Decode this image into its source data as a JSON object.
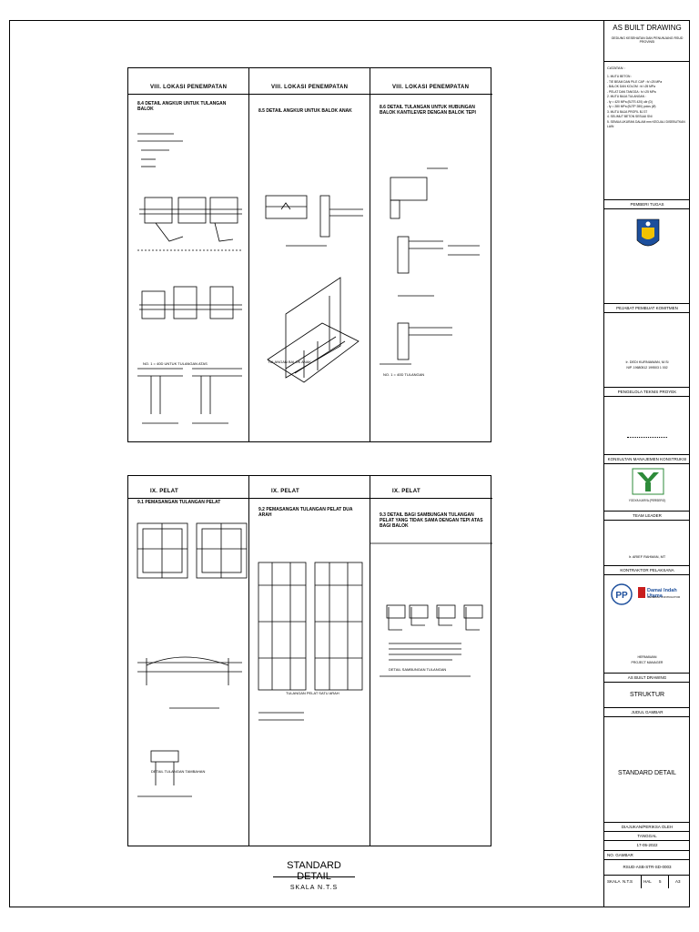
{
  "title_block": {
    "header": "AS BUILT DRAWING",
    "project_line": "GEDUNG KESEHATAN DAN PENUNJANG RSUD PROVINSI",
    "owner_label": "PEMBERI TUGAS",
    "consultant_label": "PEJABAT PEMBUAT KOMITMEN",
    "consultant_name": "Ir. DEDI KURNIAWAN, M.Si",
    "consultant_nip": "NIP. 19680512 199503 1 002",
    "manager_label": "PENGELOLA TEKNIS PROYEK",
    "supervisor_label": "KONSULTAN MANAJEMEN KONSTRUKSI",
    "supervisor_name": "YODYA KARYA (PERSERO)",
    "team_leader_label": "TEAM LEADER",
    "team_leader_name": "Ir. ARIEF RAHMAN, MT",
    "contractor_label": "KONTRAKTOR PELAKSANA",
    "contractor_name": "Damai Indah Utama",
    "contractor_sub": "GENERAL CONTRACTOR",
    "pm_name": "HERMAWAN",
    "pm_role": "PROJECT MANAGER",
    "drawing_label": "AS BUILT DRAWING",
    "discipline": "STRUKTUR",
    "title_label": "JUDUL GAMBAR",
    "title": "STANDARD DETAIL",
    "checked_label": "DIAJUKAN/PERIKSA OLEH",
    "date_label": "TANGGAL",
    "date_value": "17-05-2022",
    "no_label": "NO. GAMBAR",
    "no_value": "RSUD-ASB-STR-SD-0003",
    "scale_label": "SKALA",
    "scale_value": "N.T.S",
    "page_label": "HAL",
    "page_value": "5",
    "size_label": "A3"
  },
  "notes": {
    "heading": "CATATAN :",
    "items": [
      "1. MUTU BETON :",
      "   - TIE BEAM DAN PILE CAP : fc'=25 MPa",
      "   - BALOK DAN KOLOM : fc'=25 MPa",
      "   - PELAT DAN TANGGA : fc'=25 MPa",
      "2. MUTU BAJA TULANGAN :",
      "   - fy = 420 MPa (BJTS 420) ulir (D)",
      "   - fy = 280 MPa (BJTP 280) polos (Ø)",
      "3. MUTU BAJA PROFIL BJ 37",
      "4. SELIMUT BETON SESUAI SNI",
      "5. SEMUA UKURAN DALAM mm KECUALI DISEBUTKAN LAIN"
    ]
  },
  "top_panel": {
    "columns": [
      {
        "section": "VIII. LOKASI PENEMPATAN",
        "subtitle": "8.4  DETAIL ANGKUR UNTUK TULANGAN BALOK",
        "note": "NO. 1 = 40D UNTUK TULANGAN ATAS"
      },
      {
        "section": "VIII. LOKASI PENEMPATAN",
        "subtitle": "8.5  DETAIL ANGKUR UNTUK BALOK ANAK",
        "note": "TULANGAN BALOK ANAK"
      },
      {
        "section": "VIII. LOKASI PENEMPATAN",
        "subtitle": "8.6  DETAIL TULANGAN UNTUK HUBUNGAN BALOK KANTILEVER DENGAN BALOK TEPI",
        "note": "NO. 1 = 40D TULANGAN"
      }
    ]
  },
  "bottom_panel": {
    "columns": [
      {
        "section": "IX. PELAT",
        "subtitle": "9.1  PEMASANGAN TULANGAN PELAT",
        "note": "DETAIL TULANGAN TAMBAHAN"
      },
      {
        "section": "IX. PELAT",
        "subtitle": "9.2  PEMASANGAN TULANGAN PELAT DUA ARAH",
        "note": "TULANGAN PELAT SATU ARAH"
      },
      {
        "section": "IX. PELAT",
        "subtitle": "9.3  DETAIL BAGI SAMBUNGAN TULANGAN PELAT YANG TIDAK SAMA DENGAN TEPI ATAS BAGI BALOK",
        "note": "DETAIL SAMBUNGAN TULANGAN"
      }
    ]
  },
  "footer": {
    "title": "STANDARD DETAIL",
    "scale": "SKALA  N.T.S"
  },
  "colors": {
    "ink": "#000000",
    "logo_green": "#2e8b3a",
    "logo_blue": "#1d4f9c",
    "logo_red": "#c81e1e"
  }
}
